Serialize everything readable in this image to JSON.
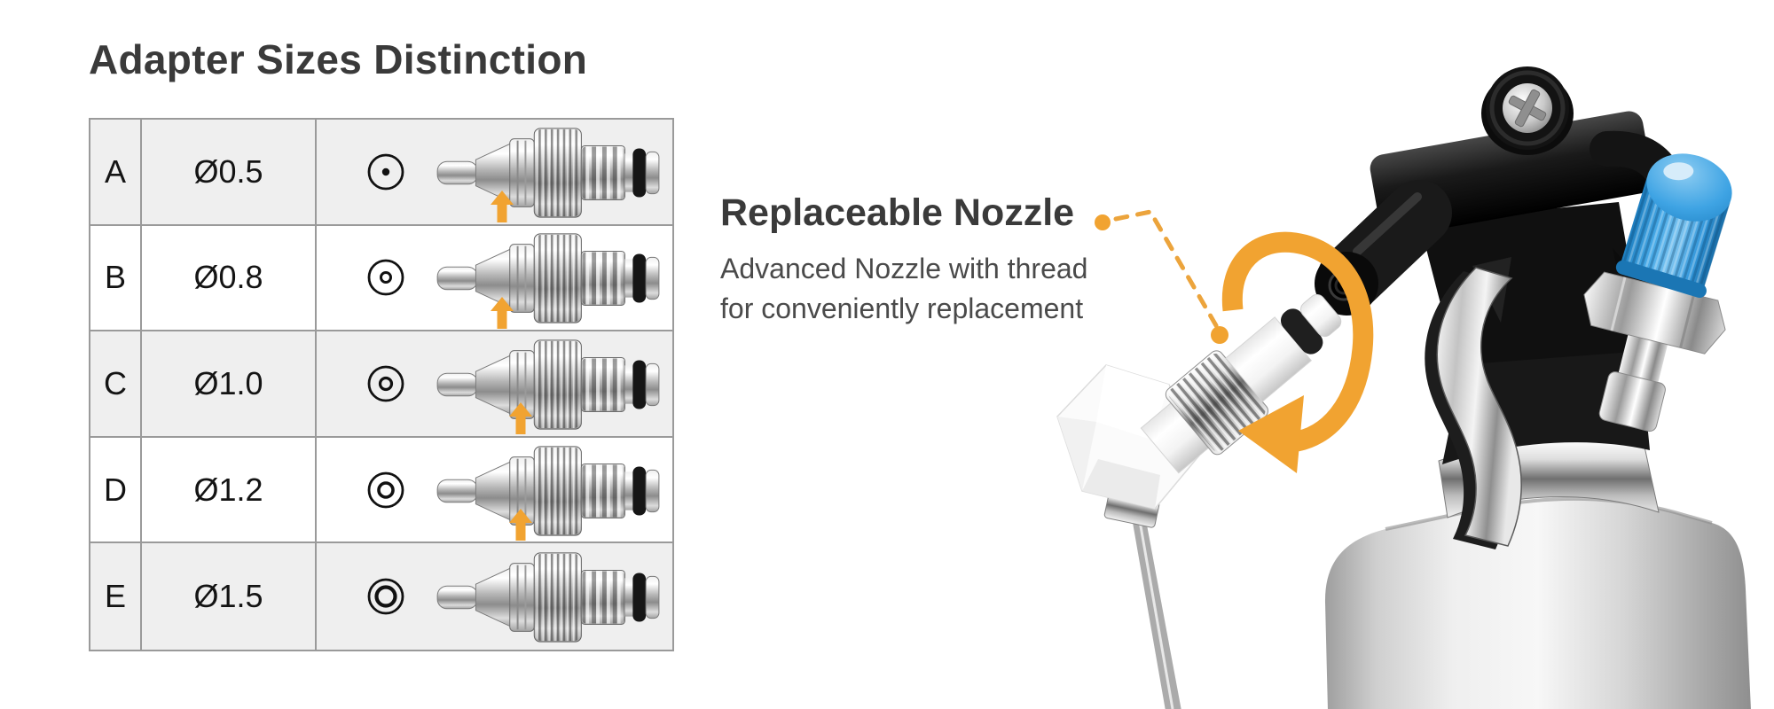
{
  "title": "Adapter Sizes Distinction",
  "table": {
    "rows": [
      {
        "label": "A",
        "size": "Ø0.5",
        "aperture_level": 1
      },
      {
        "label": "B",
        "size": "Ø0.8",
        "aperture_level": 2
      },
      {
        "label": "C",
        "size": "Ø1.0",
        "aperture_level": 3
      },
      {
        "label": "D",
        "size": "Ø1.2",
        "aperture_level": 4
      },
      {
        "label": "E",
        "size": "Ø1.5",
        "aperture_level": 5
      }
    ]
  },
  "callout": {
    "heading": "Replaceable Nozzle",
    "line1": "Advanced Nozzle with thread",
    "line2": "for conveniently replacement"
  },
  "icons": {
    "aperture": "concentric-circles nozzle aperture indicator",
    "up_arrow": "orange up arrow pointing at nozzle collar",
    "rotation_arrow": "orange circular rotation arrow",
    "callout_leader": "orange dashed leader line with dots"
  },
  "colors": {
    "accent_orange": "#F1A331",
    "valve_cap_blue": "#2F9FE2",
    "table_border": "#9A9A9A",
    "row_alt_bg": "#EFEFEF",
    "heading_text": "#3A3A3A",
    "body_text": "#4A4A4A"
  }
}
